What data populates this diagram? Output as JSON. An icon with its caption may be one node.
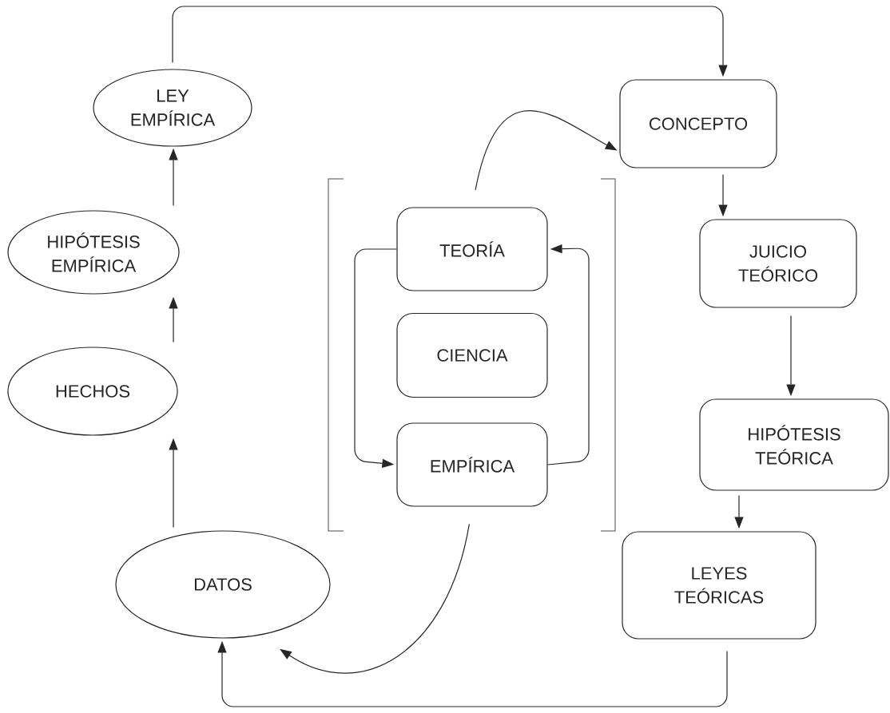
{
  "diagram": {
    "nodes": [
      {
        "text": [
          "LEY EMPÍRICA"
        ]
      },
      {
        "text": [
          "HIPÓTESIS EMPÍRICA"
        ]
      },
      {
        "text": [
          "HECHOS"
        ]
      },
      {
        "text": [
          "DATOS"
        ]
      },
      {
        "text": [
          "TEORÍA"
        ]
      },
      {
        "text": [
          "CIENCIA"
        ]
      },
      {
        "text": [
          "EMPÍRICA"
        ]
      },
      {
        "text": [
          "CONCEPTO"
        ]
      },
      {
        "text": [
          "JUICIO TEÓRICO"
        ]
      },
      {
        "text": [
          "HIPÓTESIS TEÓRICA"
        ]
      },
      {
        "text": [
          "LEYES TEÓRICAS"
        ]
      }
    ],
    "edges": [
      {
        "from": 0,
        "to": 7,
        "arrow": "to"
      },
      {
        "from": 3,
        "to": 2,
        "arrow": "to"
      },
      {
        "from": 2,
        "to": 1,
        "arrow": "to"
      },
      {
        "from": 1,
        "to": 0,
        "arrow": "to"
      },
      {
        "from": 4,
        "to": 6,
        "arrow": "to"
      },
      {
        "from": 6,
        "to": 4,
        "arrow": "to"
      },
      {
        "from": 4,
        "to": 7,
        "arrow": "to"
      },
      {
        "from": 6,
        "to": 3,
        "arrow": "to"
      },
      {
        "from": 10,
        "to": 3,
        "arrow": "to"
      },
      {
        "from": 7,
        "to": 8,
        "arrow": "to"
      },
      {
        "from": 8,
        "to": 9,
        "arrow": "to"
      },
      {
        "from": 9,
        "to": 10,
        "arrow": "to"
      }
    ]
  }
}
